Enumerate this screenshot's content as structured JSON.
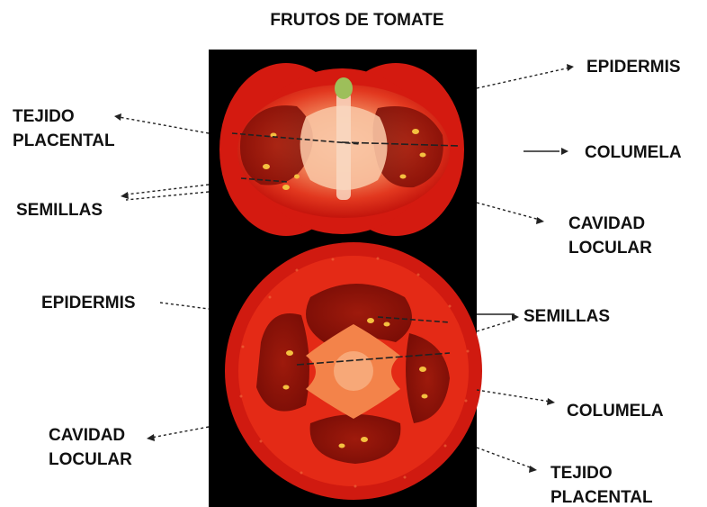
{
  "title": "FRUTOS DE TOMATE",
  "labels_top": {
    "epidermis": "EPIDERMIS",
    "tejido_placental_1": "TEJIDO",
    "tejido_placental_2": "PLACENTAL",
    "columela": "COLUMELA",
    "semillas": "SEMILLAS",
    "cavidad_locular_1": "CAVIDAD",
    "cavidad_locular_2": "LOCULAR"
  },
  "labels_bottom": {
    "epidermis": "EPIDERMIS",
    "semillas": "SEMILLAS",
    "columela": "COLUMELA",
    "cavidad_locular_1": "CAVIDAD",
    "cavidad_locular_2": "LOCULAR",
    "tejido_placental_1": "TEJIDO",
    "tejido_placental_2": "PLACENTAL"
  },
  "colors": {
    "photo_background": "#000000",
    "tomato_red": "#d81a10",
    "flesh_orange": "#f06a2a",
    "placenta_light": "#f7b48c",
    "seed": "#f4c040",
    "text": "#111111"
  }
}
